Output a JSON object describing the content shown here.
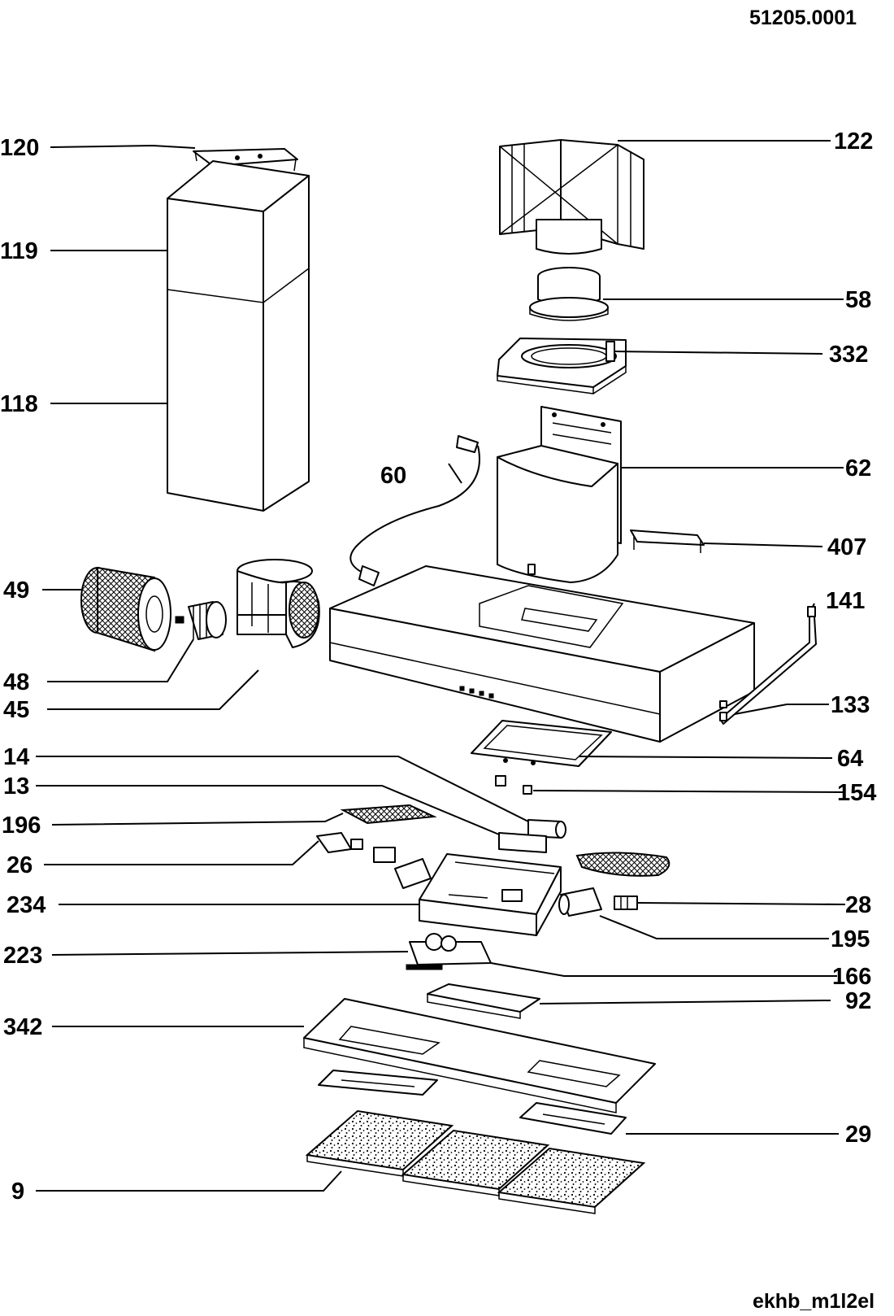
{
  "drawing_number": "51205.0001",
  "model_code": "ekhb_m1l2el",
  "callouts": [
    {
      "id": "120",
      "label": "120"
    },
    {
      "id": "119",
      "label": "119"
    },
    {
      "id": "118",
      "label": "118"
    },
    {
      "id": "49",
      "label": "49"
    },
    {
      "id": "48",
      "label": "48"
    },
    {
      "id": "45",
      "label": "45"
    },
    {
      "id": "14",
      "label": "14"
    },
    {
      "id": "13",
      "label": "13"
    },
    {
      "id": "196",
      "label": "196"
    },
    {
      "id": "26",
      "label": "26"
    },
    {
      "id": "234",
      "label": "234"
    },
    {
      "id": "223",
      "label": "223"
    },
    {
      "id": "342",
      "label": "342"
    },
    {
      "id": "9",
      "label": "9"
    },
    {
      "id": "122",
      "label": "122"
    },
    {
      "id": "58",
      "label": "58"
    },
    {
      "id": "332",
      "label": "332"
    },
    {
      "id": "60",
      "label": "60"
    },
    {
      "id": "62",
      "label": "62"
    },
    {
      "id": "407",
      "label": "407"
    },
    {
      "id": "141",
      "label": "141"
    },
    {
      "id": "133",
      "label": "133"
    },
    {
      "id": "64",
      "label": "64"
    },
    {
      "id": "154",
      "label": "154"
    },
    {
      "id": "28",
      "label": "28"
    },
    {
      "id": "195",
      "label": "195"
    },
    {
      "id": "166",
      "label": "166"
    },
    {
      "id": "92",
      "label": "92"
    },
    {
      "id": "29",
      "label": "29"
    }
  ]
}
